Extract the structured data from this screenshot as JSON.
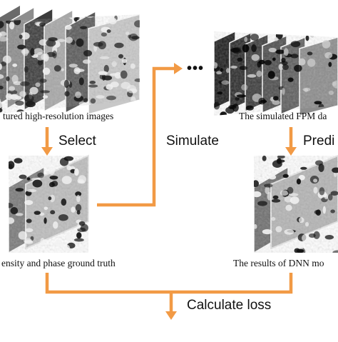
{
  "captions": {
    "top_left": "tured high-resolution images",
    "top_right": "The simulated FPM da",
    "mid_left": "ensity and phase ground truth",
    "mid_right": "The results of DNN mo"
  },
  "operations": {
    "select": "Select",
    "simulate": "Simulate",
    "predict": "Predi",
    "loss": "Calculate loss"
  },
  "ellipsis": "•••",
  "colors": {
    "arrow": "#f29a45",
    "text": "#111111",
    "background": "#ffffff"
  }
}
